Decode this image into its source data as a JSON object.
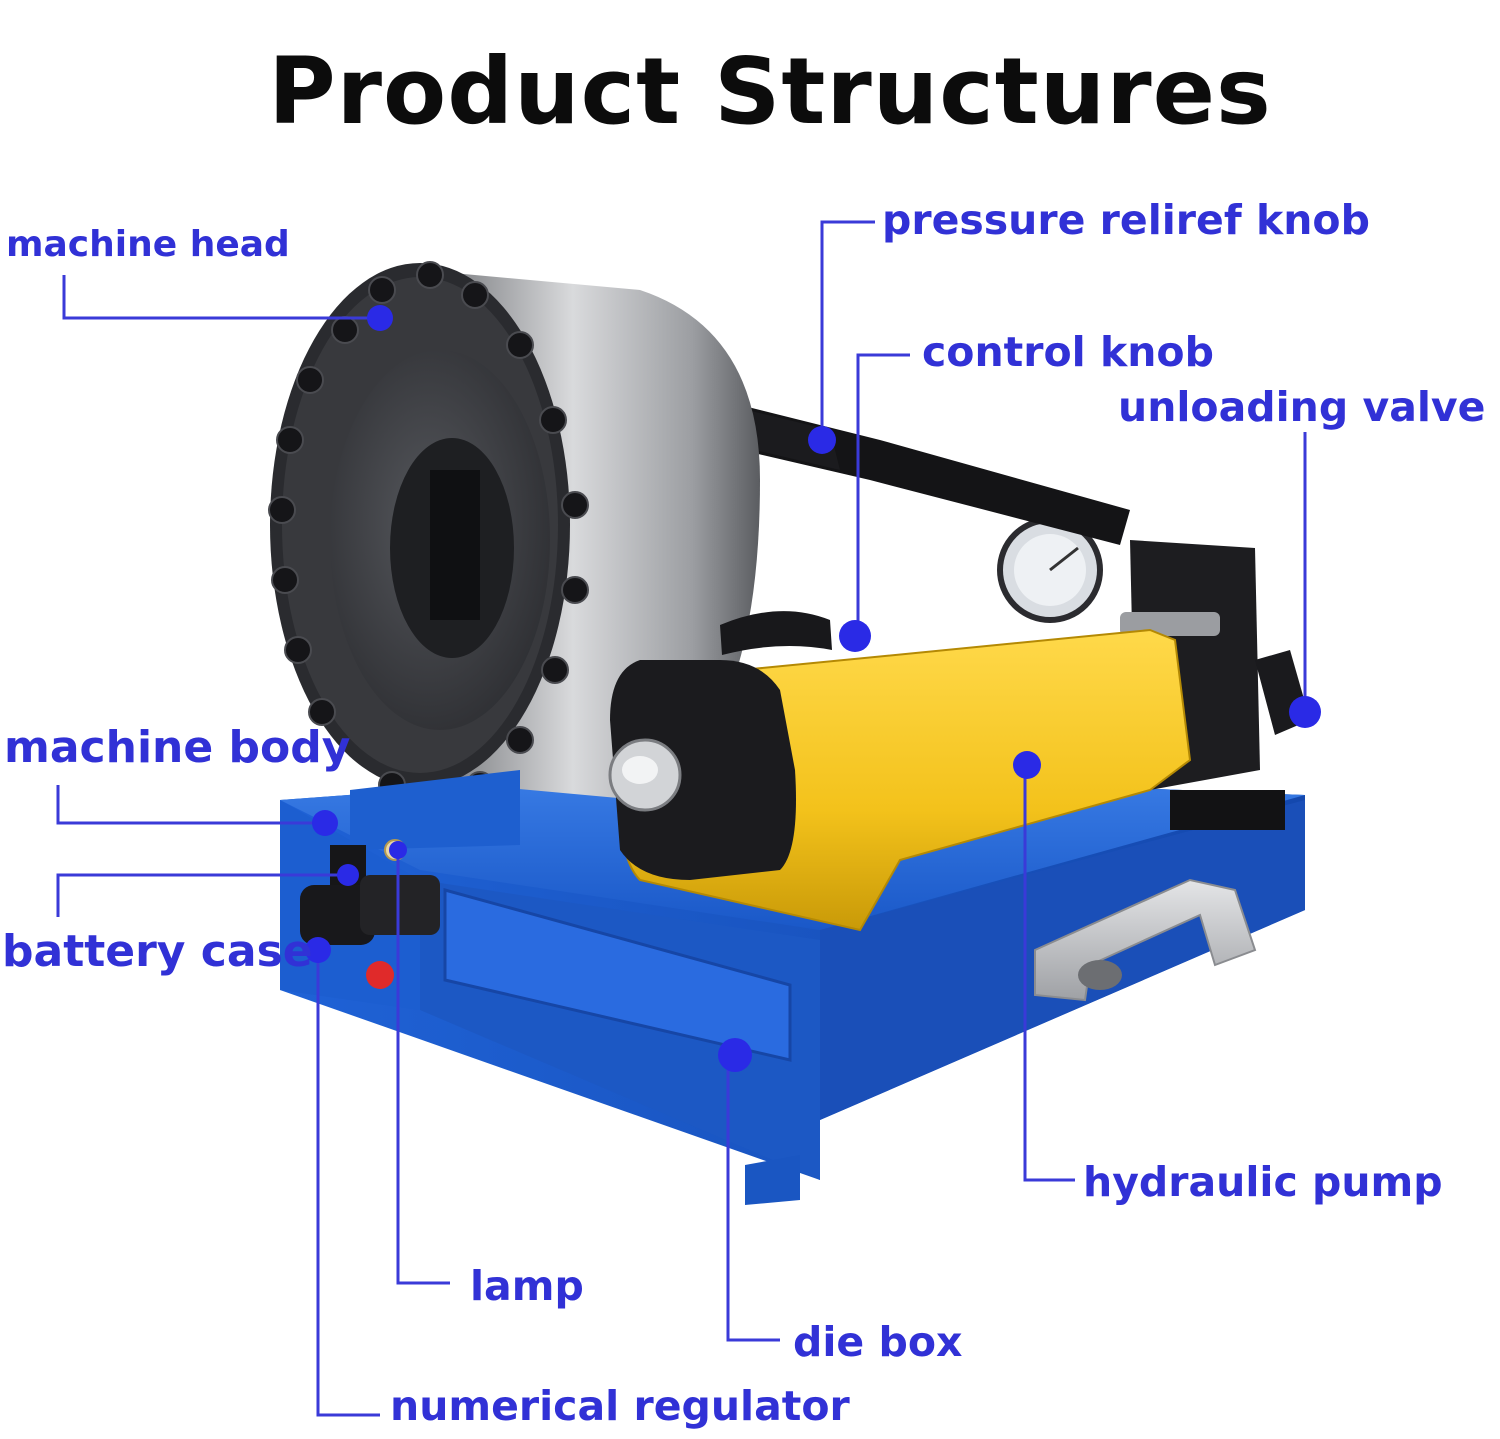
{
  "title": "Product Structures",
  "labels": {
    "machine_head": "machine head",
    "pressure_relief_knob": "pressure reliref knob",
    "control_knob": "control knob",
    "unloading_valve": "unloading valve",
    "machine_body": "machine body",
    "battery_case": "battery case",
    "hydraulic_pump": "hydraulic pump",
    "lamp": "lamp",
    "die_box": "die box",
    "numerical_regulator": "numerical regulator"
  },
  "colors": {
    "label": "#3131d6",
    "leader_line": "#3a3ad8",
    "marker": "#2a2ae6",
    "base": "#1d5fd0",
    "pump": "#f3c21b",
    "head": "#3e3f44",
    "title": "#0c0c0c"
  }
}
